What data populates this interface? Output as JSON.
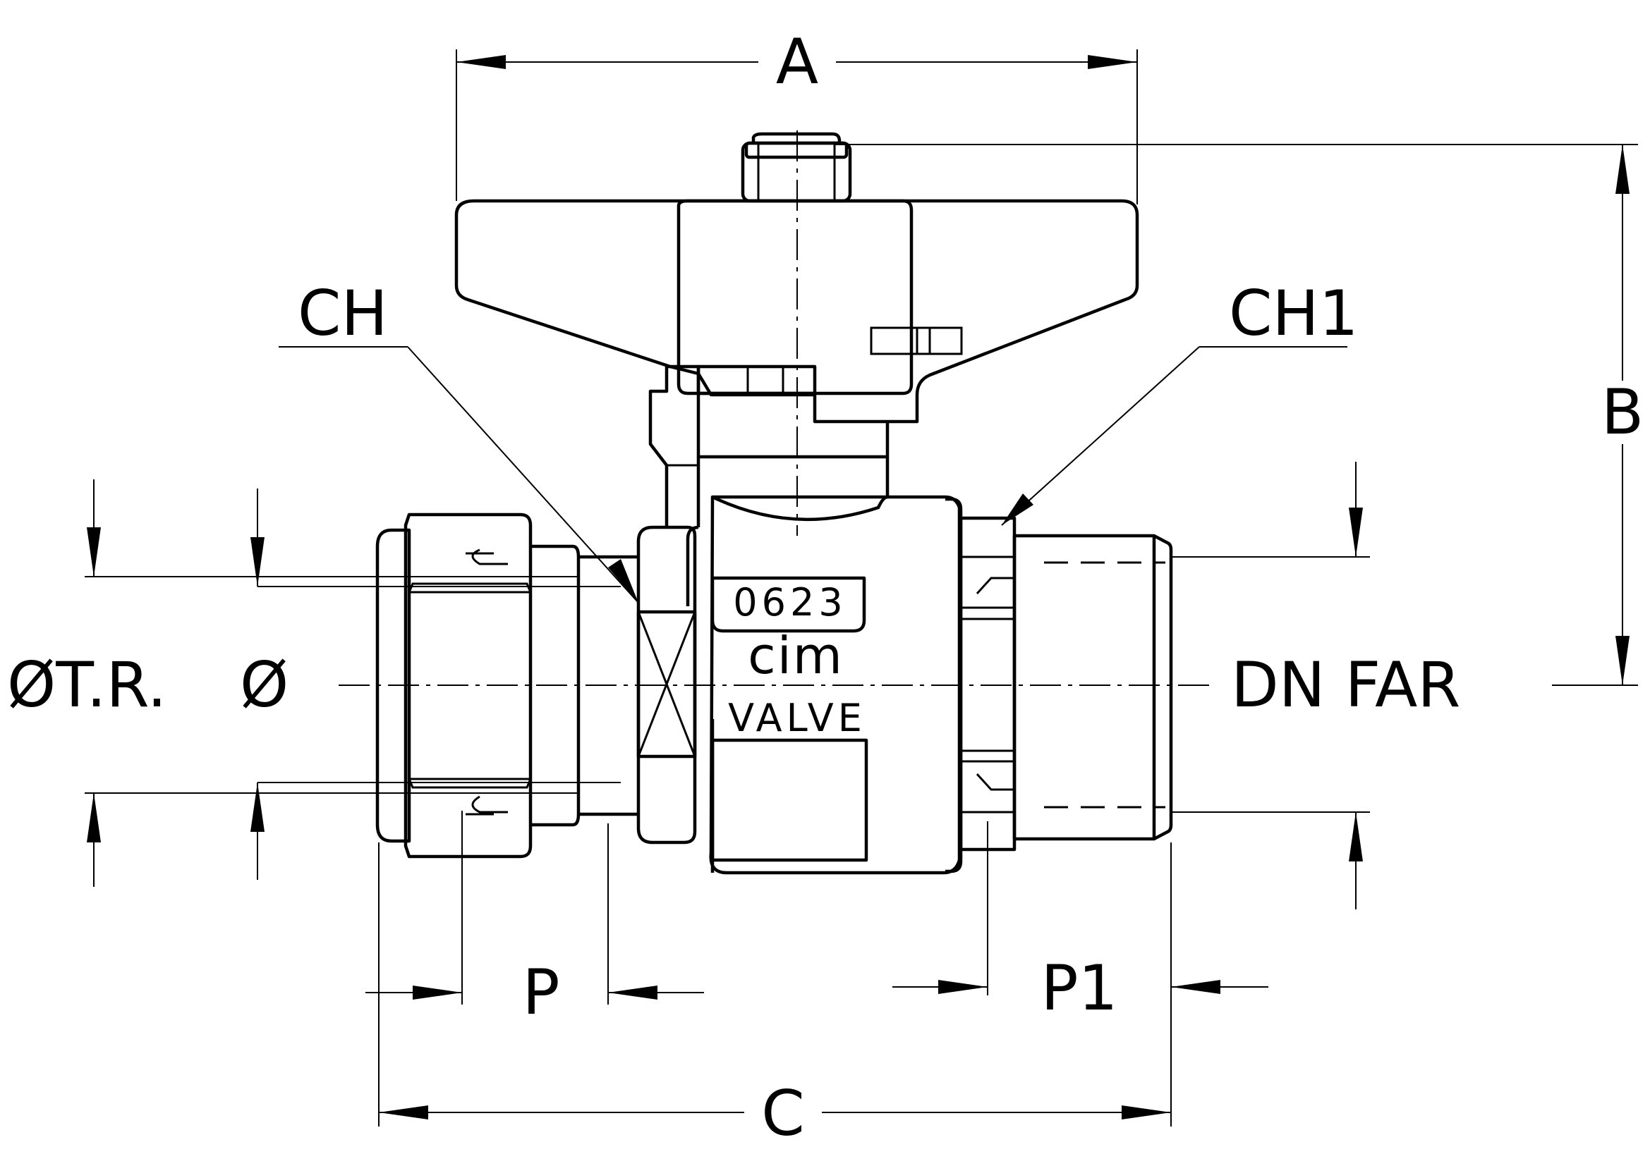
{
  "dimensions": {
    "a": "A",
    "b": "B",
    "c": "C",
    "p": "P",
    "p1": "P1",
    "ch": "CH",
    "ch1": "CH1"
  },
  "left_labels": {
    "tube": "ØT.R.",
    "dia": "Ø"
  },
  "right_label": "DN FAR",
  "body_marking": {
    "code": "0623",
    "brand": "cim",
    "word": "VALVE"
  }
}
